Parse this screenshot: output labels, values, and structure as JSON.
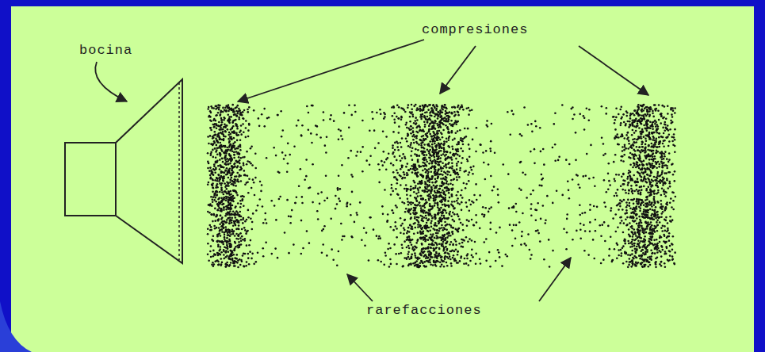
{
  "diagram": {
    "labels": [
      "bocina",
      "compresiones",
      "rarefacciones"
    ]
  }
}
